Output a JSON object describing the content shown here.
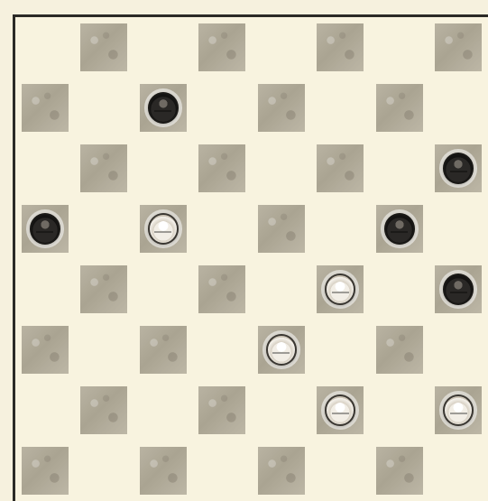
{
  "board": {
    "size": 8,
    "pieces": [
      {
        "row": 1,
        "col": 2,
        "color": "black"
      },
      {
        "row": 2,
        "col": 7,
        "color": "black"
      },
      {
        "row": 3,
        "col": 0,
        "color": "black"
      },
      {
        "row": 3,
        "col": 2,
        "color": "white"
      },
      {
        "row": 3,
        "col": 6,
        "color": "black"
      },
      {
        "row": 4,
        "col": 5,
        "color": "white"
      },
      {
        "row": 4,
        "col": 7,
        "color": "black"
      },
      {
        "row": 5,
        "col": 4,
        "color": "white"
      },
      {
        "row": 6,
        "col": 5,
        "color": "white"
      },
      {
        "row": 6,
        "col": 7,
        "color": "white"
      }
    ]
  },
  "colors": {
    "light_square": "#f8f3df",
    "dark_square": "#b0aa99",
    "border": "#2b2a26",
    "black_piece": "#1f1d1b",
    "white_piece": "#f2eee6"
  },
  "icons": {
    "black_piece": "black-checker-piece-icon",
    "white_piece": "white-checker-piece-icon"
  }
}
